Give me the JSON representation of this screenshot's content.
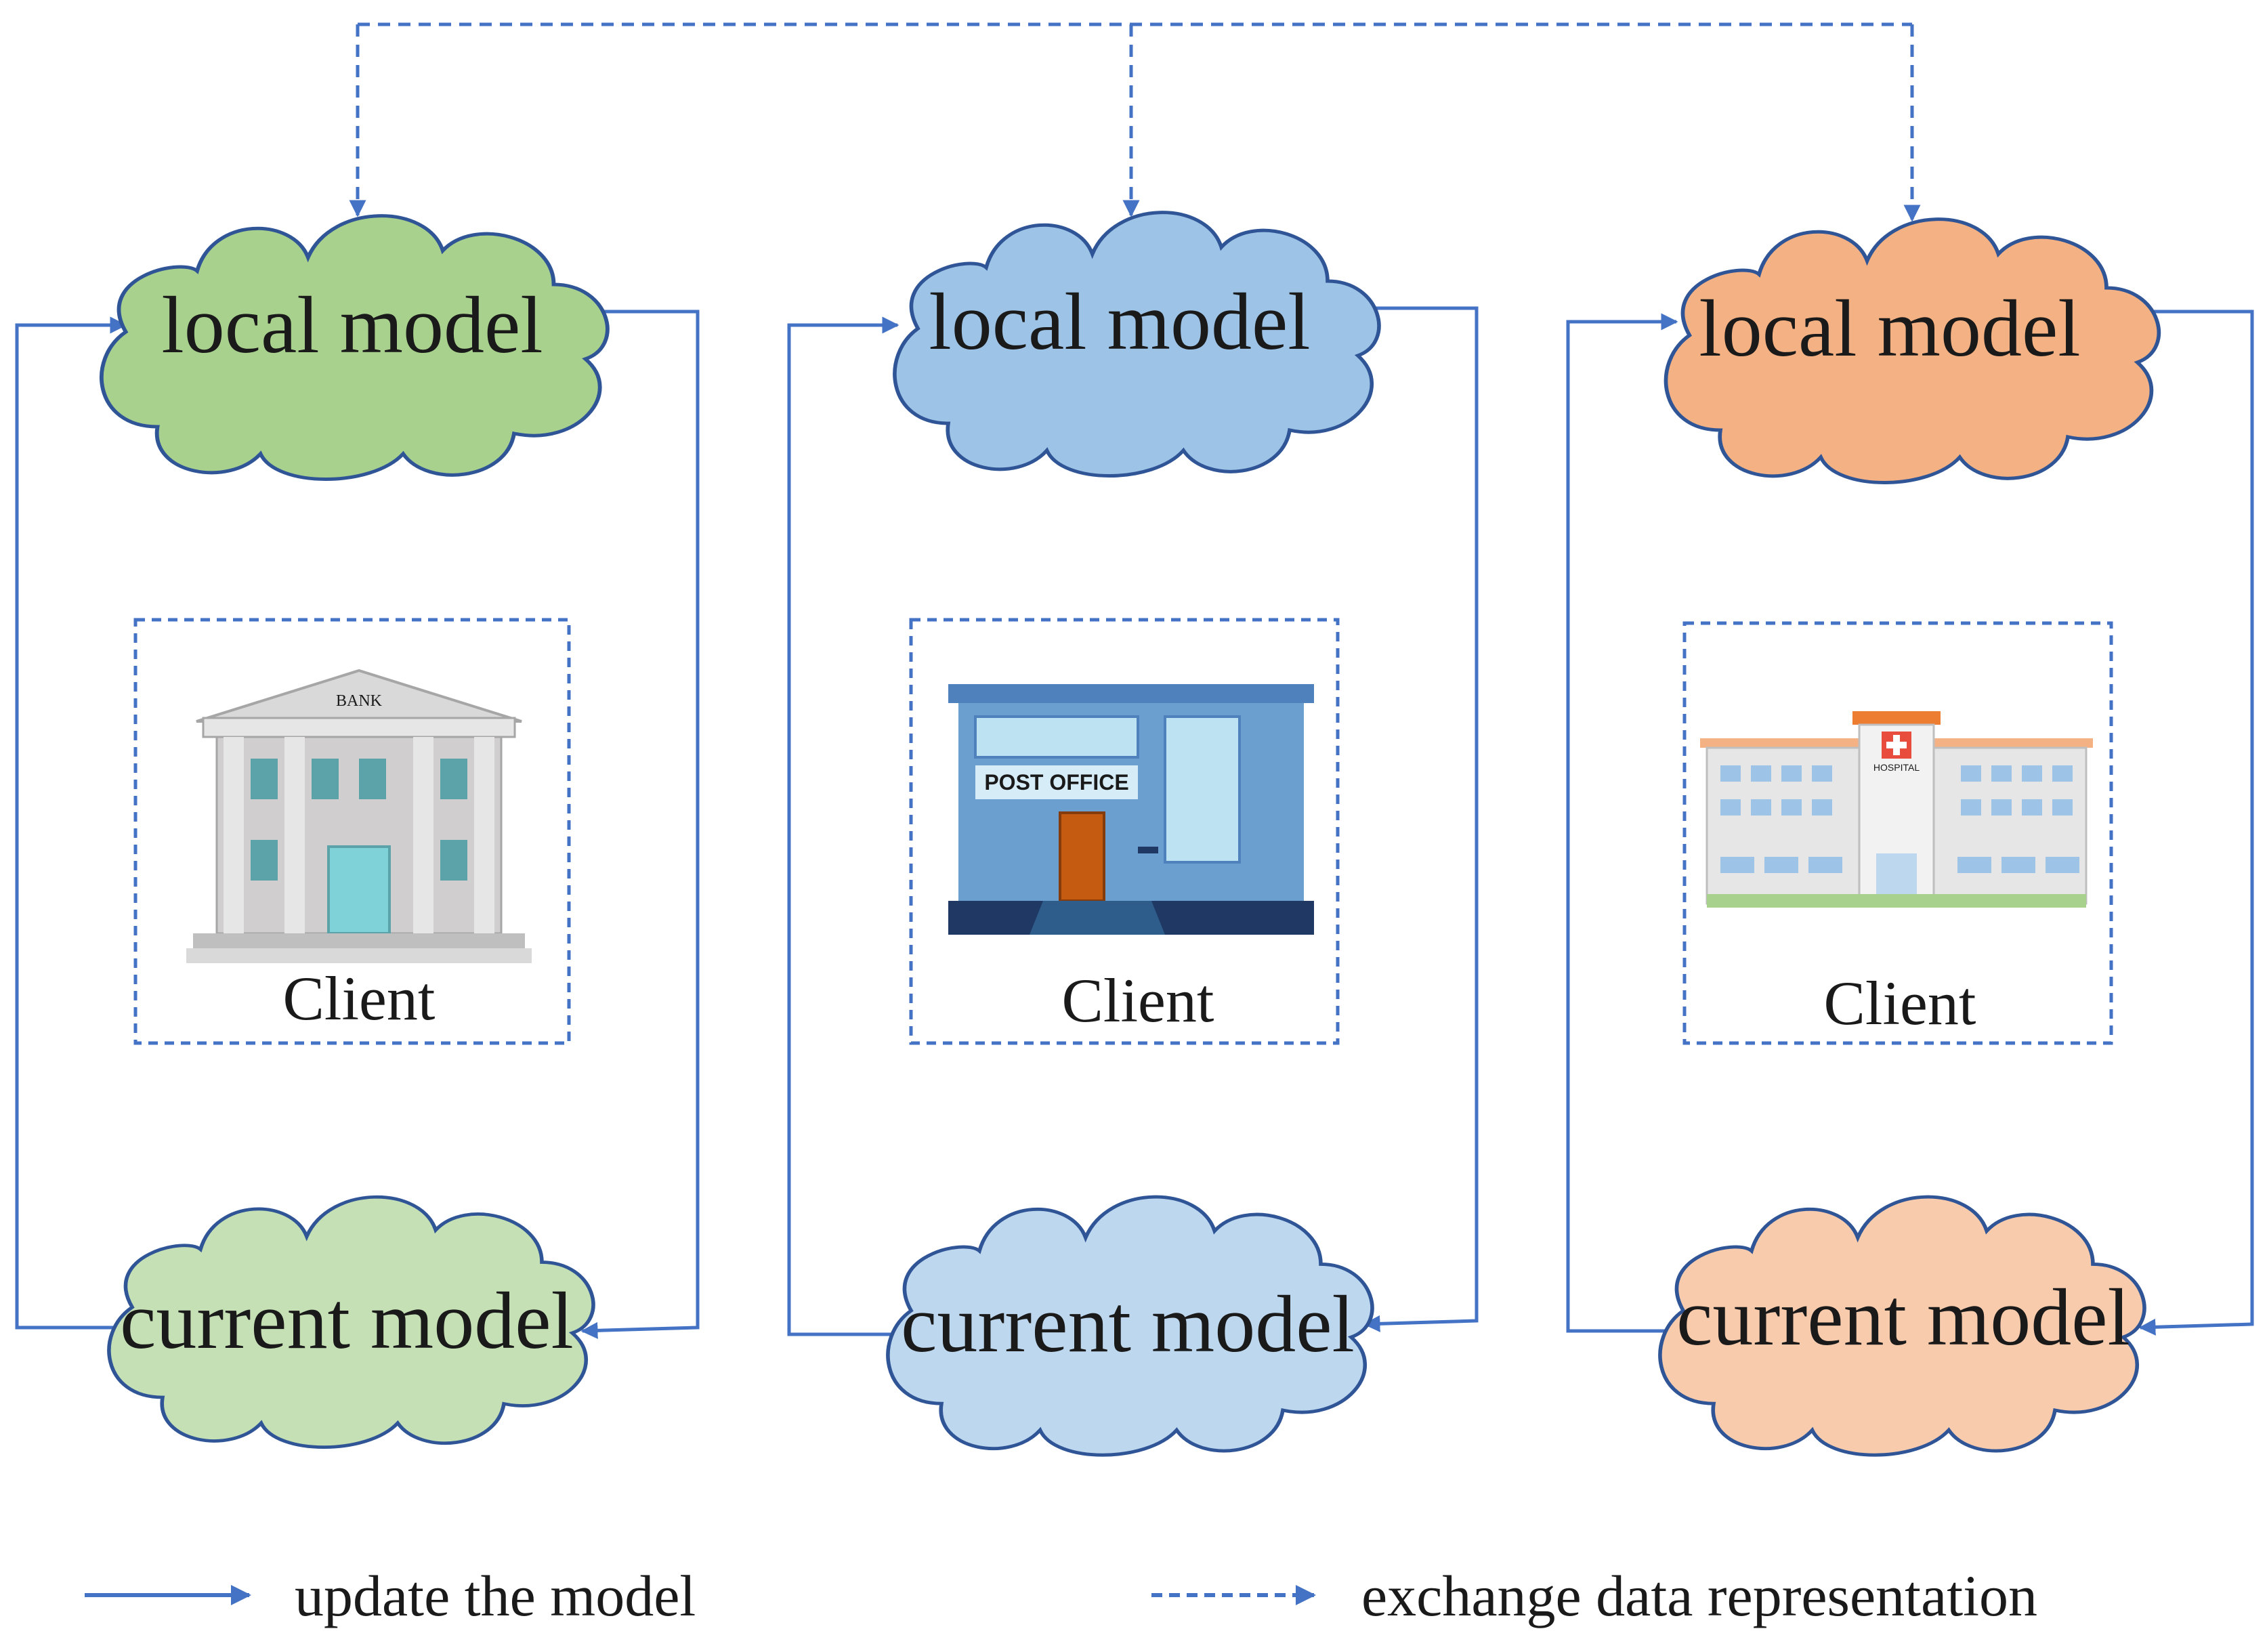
{
  "colors": {
    "line": "#4472C4",
    "cloud_outline": "#2F5597"
  },
  "clients": [
    {
      "local_label": "local model",
      "current_label": "current model",
      "client_label": "Client",
      "building_icon": "bank-building-icon",
      "building_sign": "BANK",
      "local_fill": "#A9D18E",
      "current_fill": "#C5E0B4"
    },
    {
      "local_label": "local model",
      "current_label": "current model",
      "client_label": "Client",
      "building_icon": "post-office-building-icon",
      "building_sign": "POST OFFICE",
      "local_fill": "#9DC3E6",
      "current_fill": "#BDD7EE"
    },
    {
      "local_label": "local model",
      "current_label": "current model",
      "client_label": "Client",
      "building_icon": "hospital-building-icon",
      "building_sign": "HOSPITAL",
      "local_fill": "#F4B183",
      "current_fill": "#F8CBAD"
    }
  ],
  "legend": {
    "solid_label": "update the model",
    "dashed_label": "exchange data representation"
  }
}
